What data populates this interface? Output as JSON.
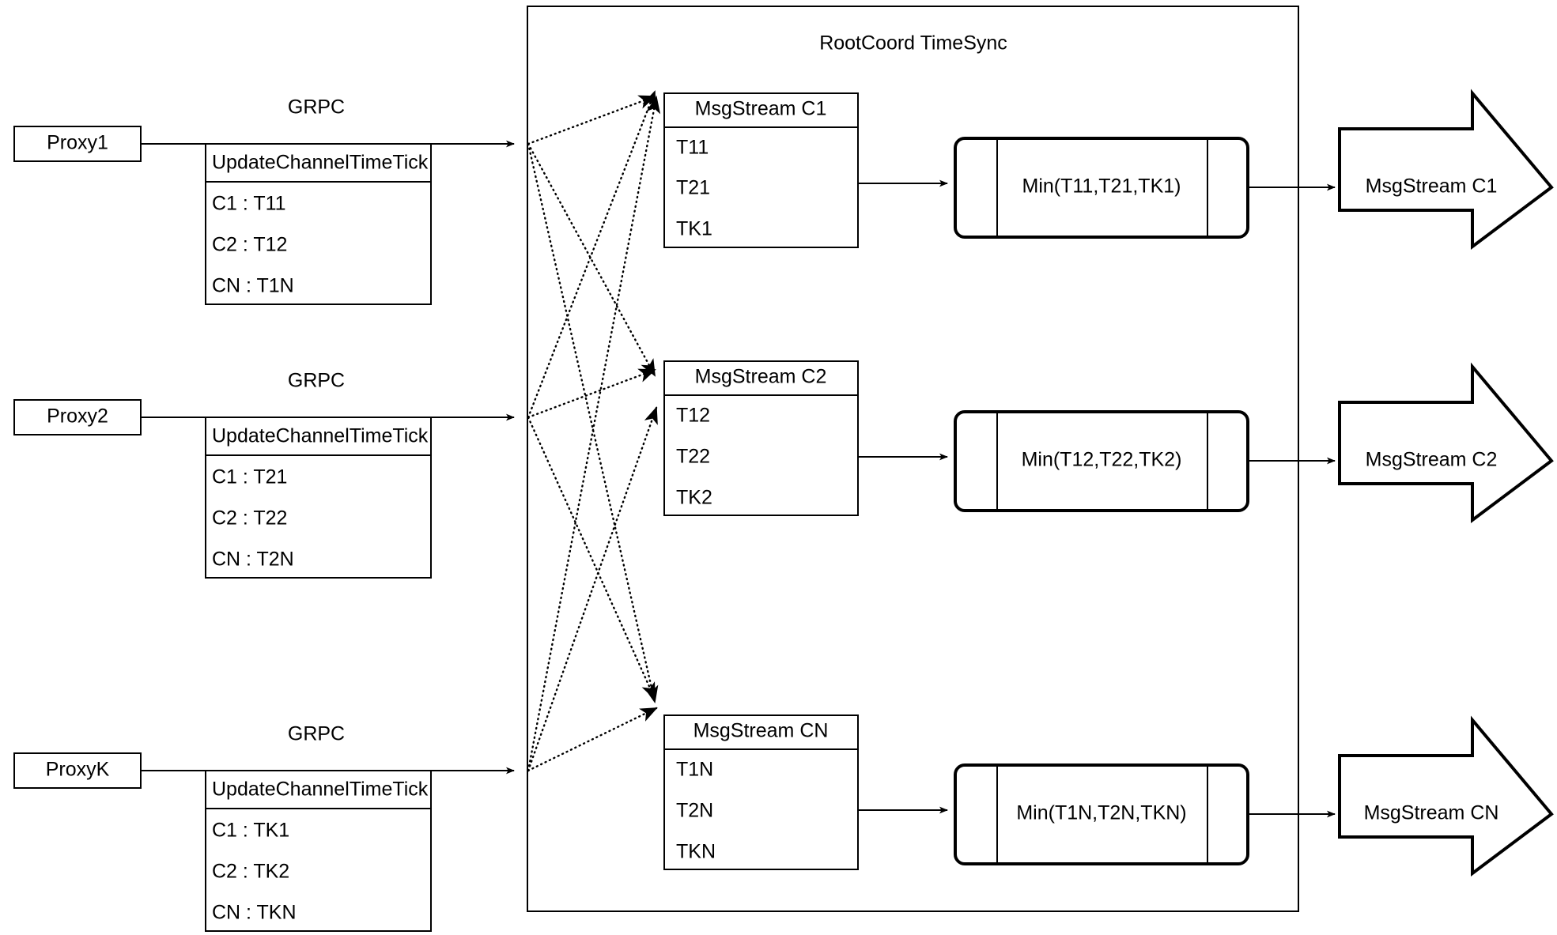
{
  "diagram": {
    "container_title": "RootCoord TimeSync",
    "edge_label": "GRPC",
    "proxies": [
      {
        "name": "Proxy1",
        "link_label": "GRPC",
        "rpc_title": "UpdateChannelTimeTick",
        "rows": [
          "C1 :  T11",
          "C2 :  T12",
          "CN : T1N"
        ]
      },
      {
        "name": "Proxy2",
        "link_label": "GRPC",
        "rpc_title": "UpdateChannelTimeTick",
        "rows": [
          "C1 :  T21",
          "C2 :  T22",
          "CN : T2N"
        ]
      },
      {
        "name": "ProxyK",
        "link_label": "GRPC",
        "rpc_title": "UpdateChannelTimeTick",
        "rows": [
          "C1 :  TK1",
          "C2 :  TK2",
          "CN : TKN"
        ]
      }
    ],
    "channels": [
      {
        "stream_title": "MsgStream C1",
        "ticks": [
          "T11",
          "T21",
          "TK1"
        ],
        "min_label": "Min(T11,T21,TK1)",
        "output_label": "MsgStream C1"
      },
      {
        "stream_title": "MsgStream C2",
        "ticks": [
          "T12",
          "T22",
          "TK2"
        ],
        "min_label": "Min(T12,T22,TK2)",
        "output_label": "MsgStream C2"
      },
      {
        "stream_title": "MsgStream CN",
        "ticks": [
          "T1N",
          "T2N",
          "TKN"
        ],
        "min_label": "Min(T1N,T2N,TKN)",
        "output_label": "MsgStream CN"
      }
    ],
    "colors": {
      "stroke": "#000000",
      "background": "#ffffff"
    }
  }
}
